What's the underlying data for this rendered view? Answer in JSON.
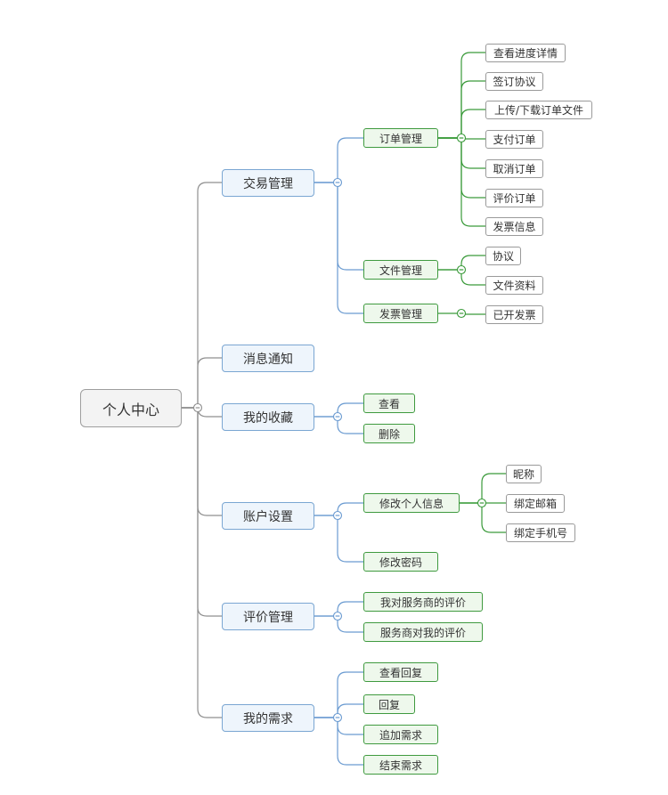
{
  "root": {
    "label": "个人中心"
  },
  "branches": [
    {
      "label": "交易管理",
      "children": [
        {
          "label": "订单管理",
          "children": [
            {
              "label": "查看进度详情"
            },
            {
              "label": "签订协议"
            },
            {
              "label": "上传/下载订单文件"
            },
            {
              "label": "支付订单"
            },
            {
              "label": "取消订单"
            },
            {
              "label": "评价订单"
            },
            {
              "label": "发票信息"
            }
          ]
        },
        {
          "label": "文件管理",
          "children": [
            {
              "label": "协议"
            },
            {
              "label": "文件资料"
            }
          ]
        },
        {
          "label": "发票管理",
          "children": [
            {
              "label": "已开发票"
            }
          ]
        }
      ]
    },
    {
      "label": "消息通知",
      "children": []
    },
    {
      "label": "我的收藏",
      "children": [
        {
          "label": "查看"
        },
        {
          "label": "删除"
        }
      ]
    },
    {
      "label": "账户设置",
      "children": [
        {
          "label": "修改个人信息",
          "children": [
            {
              "label": "昵称"
            },
            {
              "label": "绑定邮箱"
            },
            {
              "label": "绑定手机号"
            }
          ]
        },
        {
          "label": "修改密码"
        }
      ]
    },
    {
      "label": "评价管理",
      "children": [
        {
          "label": "我对服务商的评价"
        },
        {
          "label": "服务商对我的评价"
        }
      ]
    },
    {
      "label": "我的需求",
      "children": [
        {
          "label": "查看回复"
        },
        {
          "label": "回复"
        },
        {
          "label": "追加需求"
        },
        {
          "label": "结束需求"
        }
      ]
    }
  ],
  "colors": {
    "root_line": "#8f8f8f",
    "l1_line": "#6b9bd1",
    "l2_line": "#3a9a3a"
  }
}
